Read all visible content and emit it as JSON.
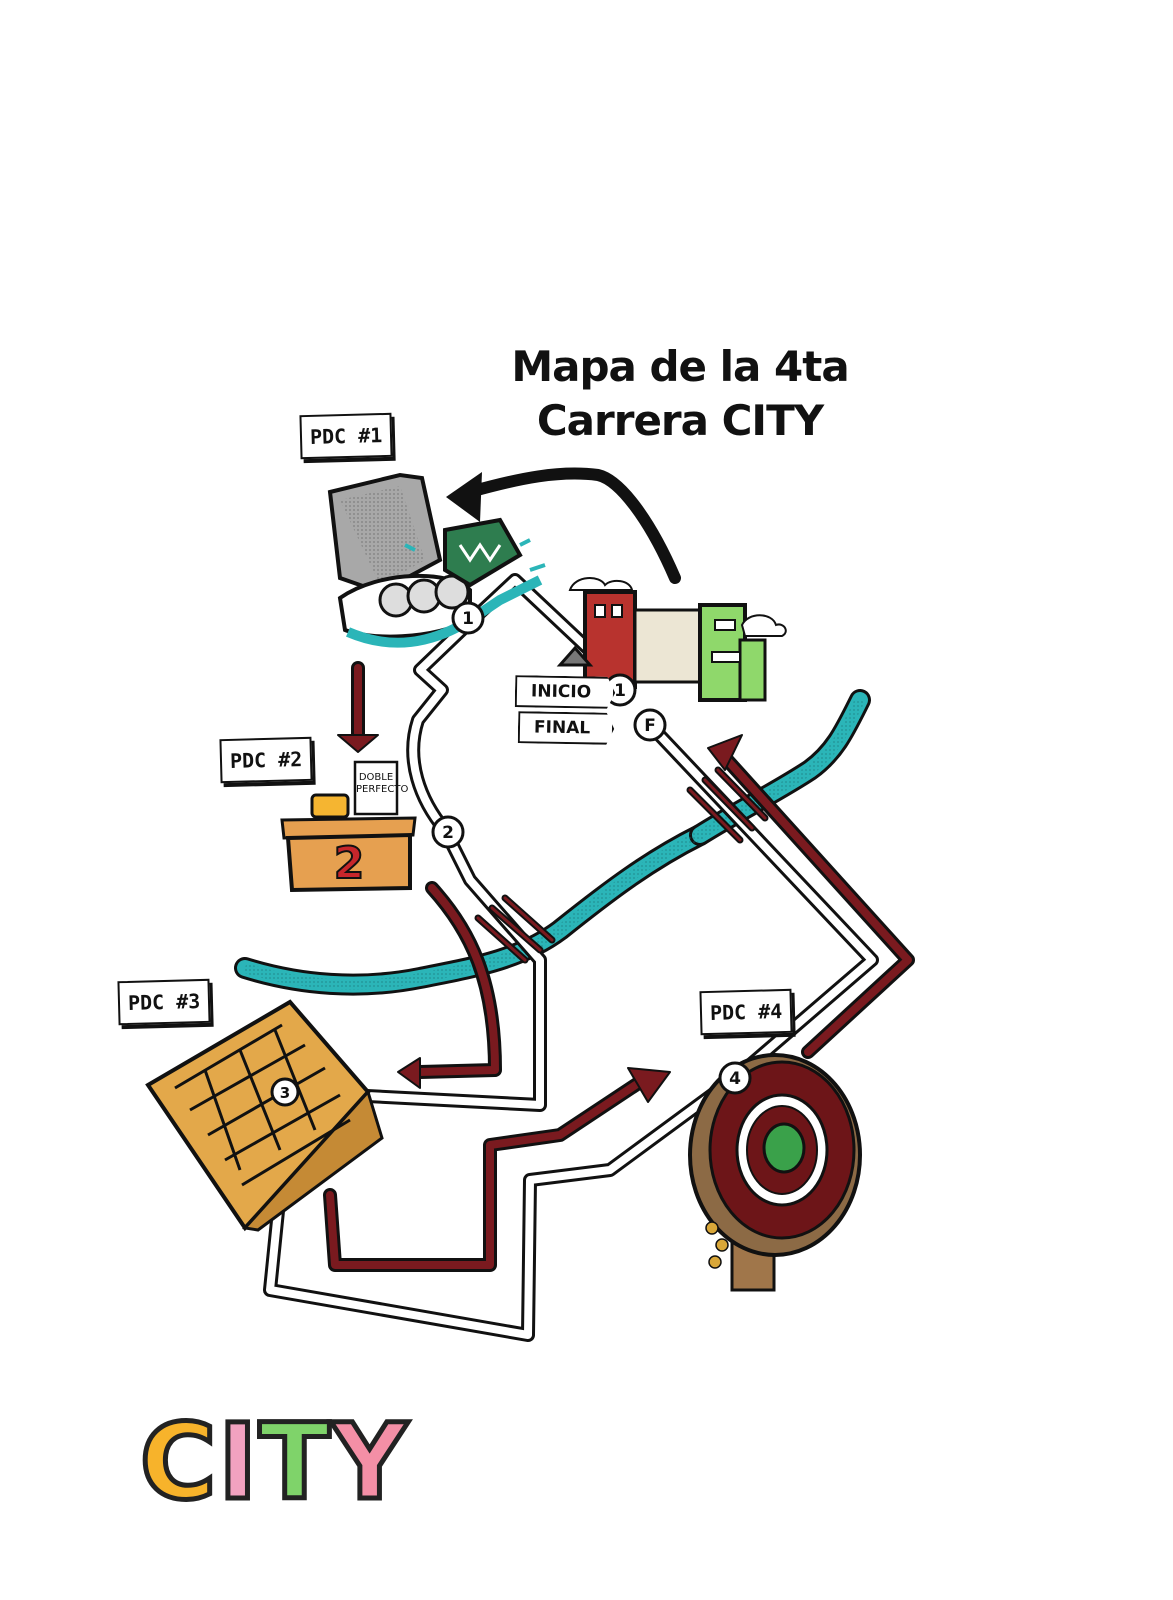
{
  "title": {
    "line1": "Mapa de la 4ta",
    "line2": "Carrera CITY"
  },
  "checkpoints": [
    {
      "label": "PDC #1",
      "landmark": "water-slide"
    },
    {
      "label": "PDC #2",
      "landmark": "desk"
    },
    {
      "label": "PDC #3",
      "landmark": "maze"
    },
    {
      "label": "PDC #4",
      "landmark": "roulette-wheel"
    }
  ],
  "start_label": "INICIO",
  "finish_label": "FINAL",
  "route_markers": {
    "start": "1",
    "finish": "F",
    "m1": "1",
    "m2": "2",
    "m3": "3",
    "m4": "4"
  },
  "desk": {
    "sign": "DOBLE PERFECTO",
    "number": "2"
  },
  "logo": [
    "C",
    "I",
    "T",
    "Y"
  ],
  "colors": {
    "river": "#2bb5b8",
    "arrow_red": "#7a1a1f",
    "route_white": "#ffffff",
    "building_green": "#8fd86b",
    "building_red": "#b8332e",
    "desk_orange": "#e6a050",
    "maze_orange": "#e3a84a",
    "roulette_red": "#6d1518",
    "slide_gray": "#a8a8a8"
  }
}
